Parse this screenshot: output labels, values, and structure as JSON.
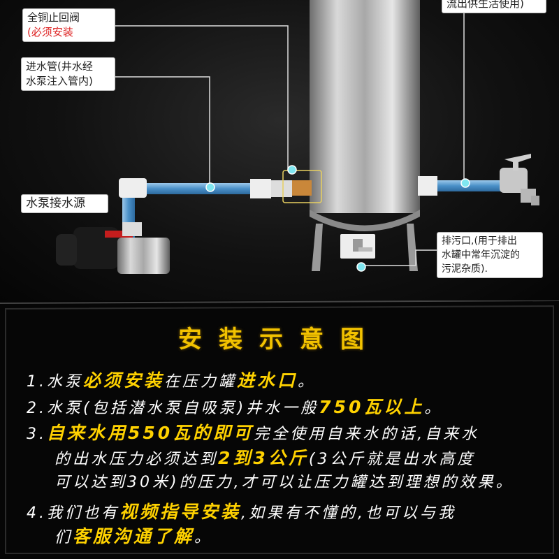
{
  "labels": {
    "check_valve": "全铜止回阀",
    "check_valve_note": "(必须安装",
    "inlet_line1": "进水管(井水经",
    "inlet_line2": "水泵注入管内)",
    "pump_source": "水泵接水源",
    "outlet_top": "流出供生活使用)",
    "drain_line1": "排污口,(用于排出",
    "drain_line2": "水罐中常年沉淀的",
    "drain_line3": "污泥杂质)."
  },
  "title": "安装示意图",
  "instructions": {
    "l1": {
      "a": "1.水泵",
      "b": "必须安装",
      "c": "在压力罐",
      "d": "进水口",
      "e": "。"
    },
    "l2": {
      "a": "2.水泵(包括潜水泵自吸泵)井水一般",
      "b": "750瓦以上",
      "c": "。"
    },
    "l3": {
      "a": "3.",
      "b": "自来水用550瓦的即可",
      "c": "完全使用自来水的话,自来水"
    },
    "l4": {
      "a": "的出水压力必须达到",
      "b": "2到3公斤",
      "c": "(3公斤就是出水高度"
    },
    "l5": {
      "a": "可以达到30米)的压力,才可以让压力罐达到理想的效果。"
    },
    "l6": {
      "a": "4.我们也有",
      "b": "视频指导安装",
      "c": ",如果有不懂的,也可以与我"
    },
    "l7": {
      "a": "们",
      "b": "客服沟通了解",
      "c": "。"
    }
  },
  "colors": {
    "highlight": "#ffd200",
    "title": "#f2c200",
    "pipe": "#4a90c8",
    "marker": "#7fe6f0"
  }
}
